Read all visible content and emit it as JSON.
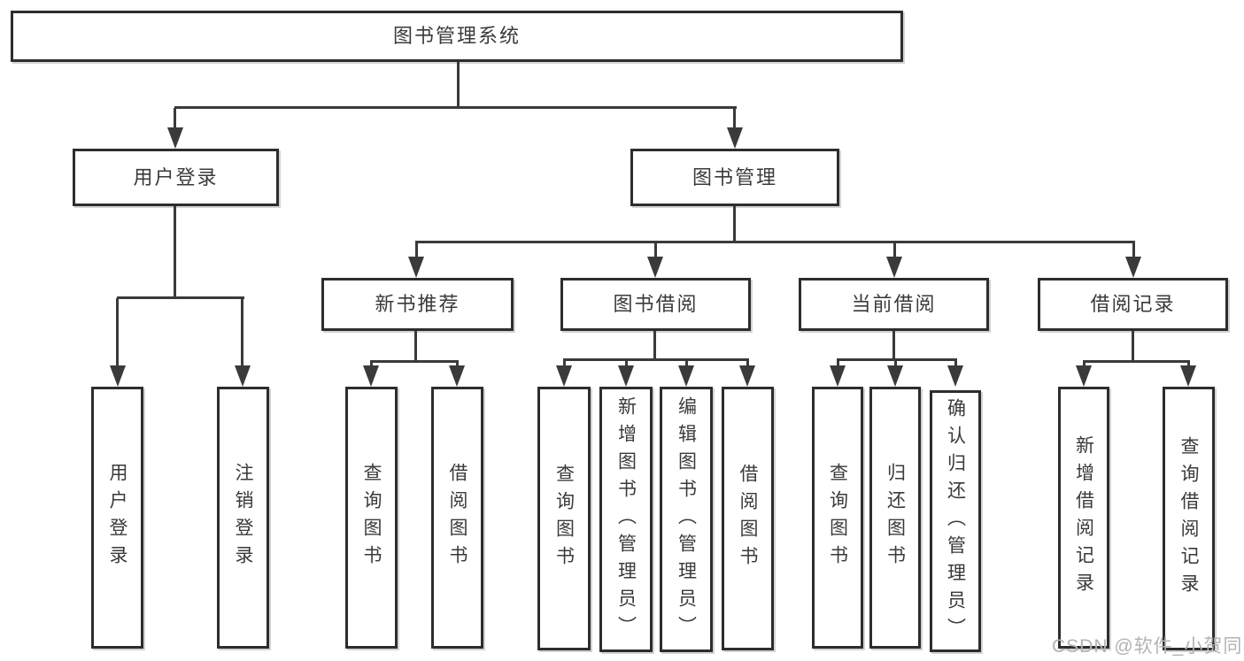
{
  "tree": {
    "root": {
      "label": "图书管理系统"
    },
    "branches": [
      {
        "label": "用户登录",
        "children": [
          {
            "label": "用户登录"
          },
          {
            "label": "注销登录"
          }
        ]
      },
      {
        "label": "图书管理",
        "sections": [
          {
            "label": "新书推荐",
            "children": [
              {
                "label": "查询图书"
              },
              {
                "label": "借阅图书"
              }
            ]
          },
          {
            "label": "图书借阅",
            "children": [
              {
                "label": "查询图书"
              },
              {
                "label": "新增图书（管理员）"
              },
              {
                "label": "编辑图书（管理员）"
              },
              {
                "label": "借阅图书"
              }
            ]
          },
          {
            "label": "当前借阅",
            "children": [
              {
                "label": "查询图书"
              },
              {
                "label": "归还图书"
              },
              {
                "label": "确认归还（管理员）"
              }
            ]
          },
          {
            "label": "借阅记录",
            "children": [
              {
                "label": "新增借阅记录"
              },
              {
                "label": "查询借阅记录"
              }
            ]
          }
        ]
      }
    ]
  },
  "watermark": {
    "text": "CSDN @软件_小贺同学"
  },
  "colors": {
    "line": "#3a3a3a",
    "border": "#2d2d2d",
    "text": "#3a3a3a",
    "watermark": "#b3b3b3",
    "background": "#ffffff"
  }
}
